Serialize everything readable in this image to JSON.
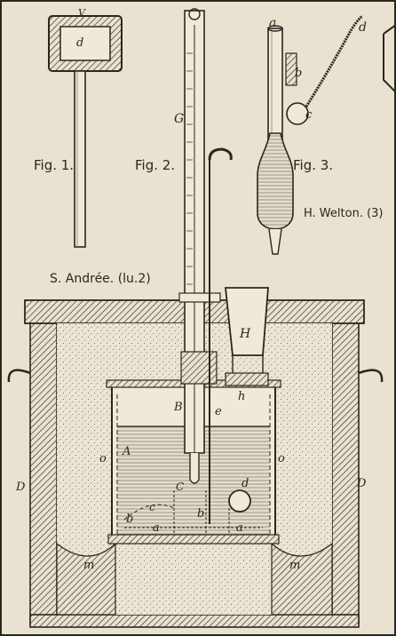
{
  "figures": [
    {
      "caption": "Fig. 1."
    },
    {
      "caption": "Fig. 2."
    },
    {
      "caption": "Fig. 3."
    }
  ],
  "credits": {
    "andree": "S. Andrée. (lu.2)",
    "welton": "H. Welton. (3)"
  },
  "fig1_labels": {
    "V": "V",
    "d": "d"
  },
  "fig3_labels": {
    "a": "a",
    "b": "b",
    "c": "c",
    "d": "d"
  },
  "fig2_labels": {
    "G": "G",
    "H": "H",
    "h": "h",
    "B": "B",
    "e": "e",
    "A": "A",
    "o_left": "o",
    "o_right": "o",
    "D_left": "D",
    "D_right": "D",
    "C": "C",
    "d": "d",
    "b_left": "b",
    "b_center": "b",
    "c": "c",
    "a_left": "a",
    "a_right": "a",
    "m_left": "m",
    "m_right": "m"
  }
}
